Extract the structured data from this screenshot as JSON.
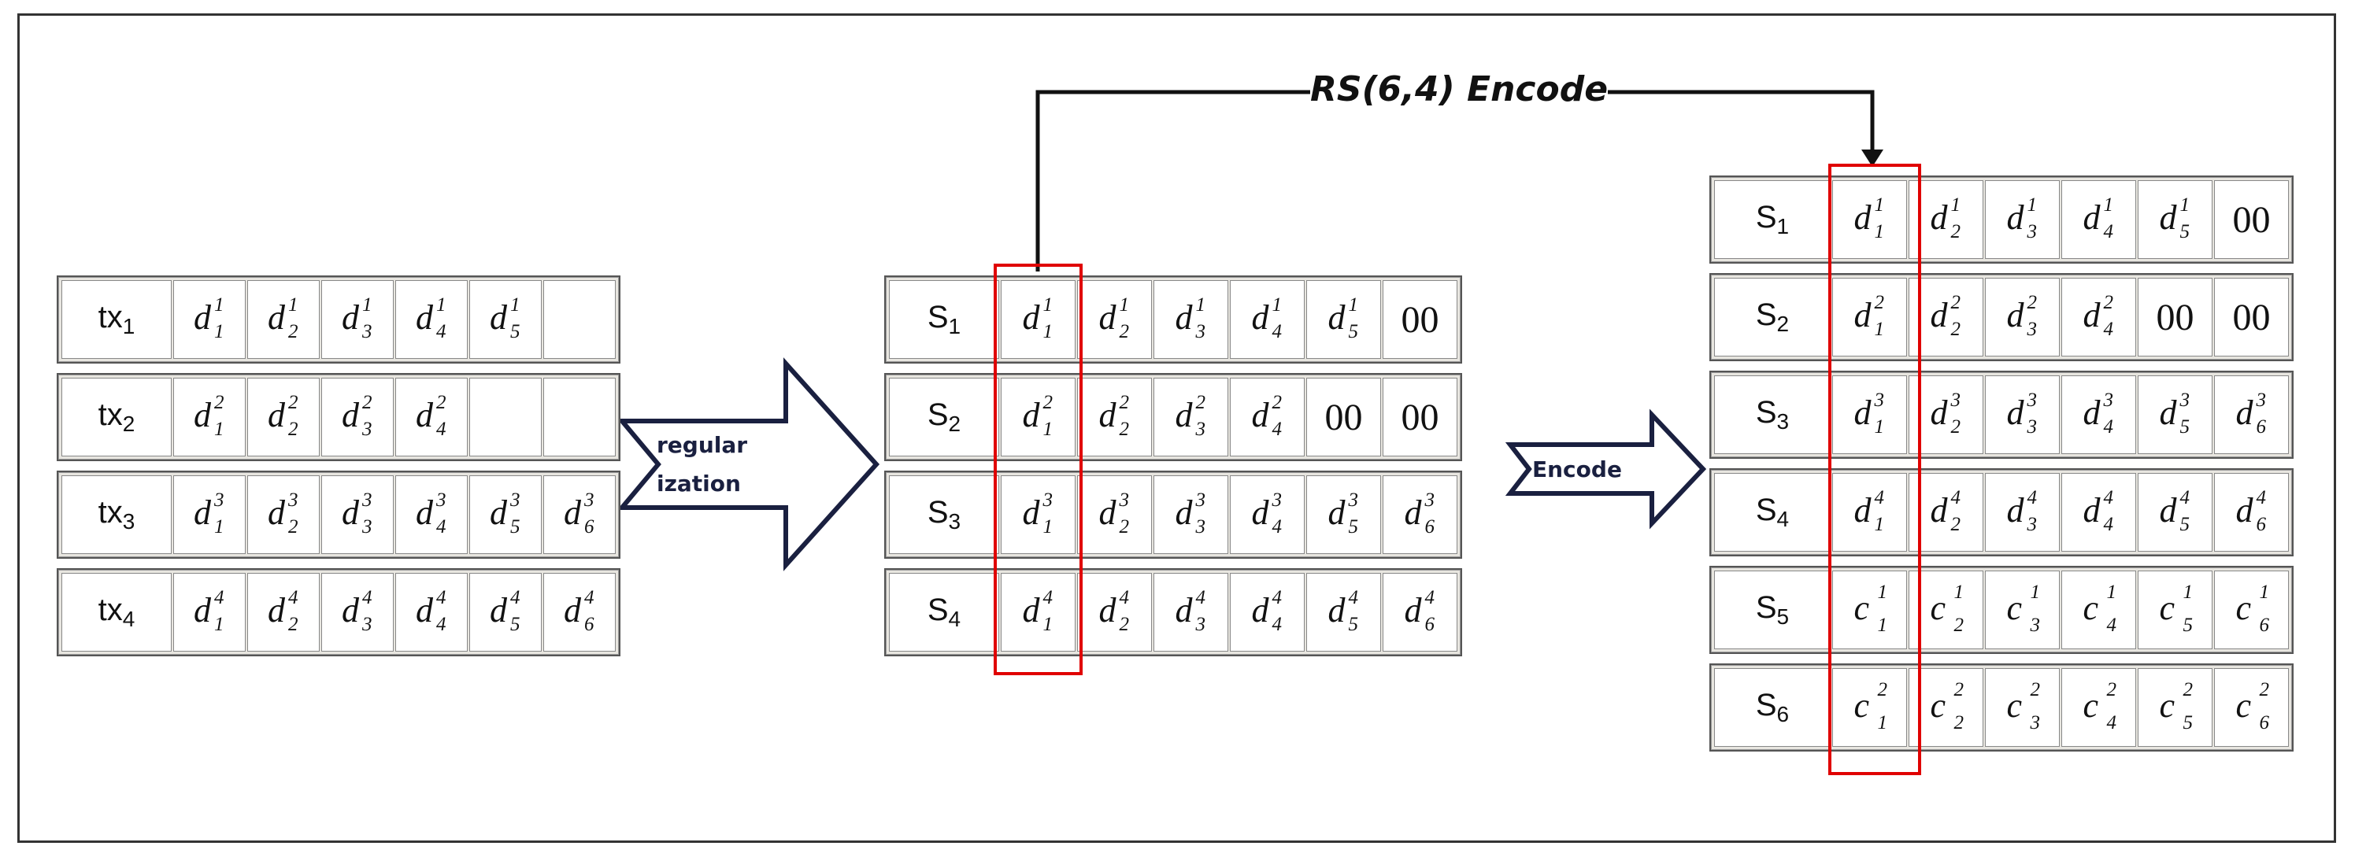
{
  "title": "RS(6,4) Encode",
  "arrow_regular_line1": "regular",
  "arrow_regular_line2": "ization",
  "arrow_encode": "Encode",
  "blocks": [
    {
      "name": "transactions",
      "rows": [
        {
          "label": "tx",
          "sub": "1",
          "cells": [
            "d|1|1",
            "d|1|2",
            "d|1|3",
            "d|1|4",
            "d|1|5",
            ""
          ]
        },
        {
          "label": "tx",
          "sub": "2",
          "cells": [
            "d|2|1",
            "d|2|2",
            "d|2|3",
            "d|2|4",
            "",
            ""
          ]
        },
        {
          "label": "tx",
          "sub": "3",
          "cells": [
            "d|3|1",
            "d|3|2",
            "d|3|3",
            "d|3|4",
            "d|3|5",
            "d|3|6"
          ]
        },
        {
          "label": "tx",
          "sub": "4",
          "cells": [
            "d|4|1",
            "d|4|2",
            "d|4|3",
            "d|4|4",
            "d|4|5",
            "d|4|6"
          ]
        }
      ]
    },
    {
      "name": "regularized-shards",
      "rows": [
        {
          "label": "S",
          "sub": "1",
          "cells": [
            "d|1|1",
            "d|1|2",
            "d|1|3",
            "d|1|4",
            "d|1|5",
            "00"
          ]
        },
        {
          "label": "S",
          "sub": "2",
          "cells": [
            "d|2|1",
            "d|2|2",
            "d|2|3",
            "d|2|4",
            "00",
            "00"
          ]
        },
        {
          "label": "S",
          "sub": "3",
          "cells": [
            "d|3|1",
            "d|3|2",
            "d|3|3",
            "d|3|4",
            "d|3|5",
            "d|3|6"
          ]
        },
        {
          "label": "S",
          "sub": "4",
          "cells": [
            "d|4|1",
            "d|4|2",
            "d|4|3",
            "d|4|4",
            "d|4|5",
            "d|4|6"
          ]
        }
      ]
    },
    {
      "name": "encoded-shards",
      "rows": [
        {
          "label": "S",
          "sub": "1",
          "cells": [
            "d|1|1",
            "d|1|2",
            "d|1|3",
            "d|1|4",
            "d|1|5",
            "00"
          ]
        },
        {
          "label": "S",
          "sub": "2",
          "cells": [
            "d|2|1",
            "d|2|2",
            "d|2|3",
            "d|2|4",
            "00",
            "00"
          ]
        },
        {
          "label": "S",
          "sub": "3",
          "cells": [
            "d|3|1",
            "d|3|2",
            "d|3|3",
            "d|3|4",
            "d|3|5",
            "d|3|6"
          ]
        },
        {
          "label": "S",
          "sub": "4",
          "cells": [
            "d|4|1",
            "d|4|2",
            "d|4|3",
            "d|4|4",
            "d|4|5",
            "d|4|6"
          ]
        },
        {
          "label": "S",
          "sub": "5",
          "cells": [
            "c|1|1",
            "c|1|2",
            "c|1|3",
            "c|1|4",
            "c|1|5",
            "c|1|6"
          ]
        },
        {
          "label": "S",
          "sub": "6",
          "cells": [
            "c|2|1",
            "c|2|2",
            "c|2|3",
            "c|2|4",
            "c|2|5",
            "c|2|6"
          ]
        }
      ]
    }
  ]
}
